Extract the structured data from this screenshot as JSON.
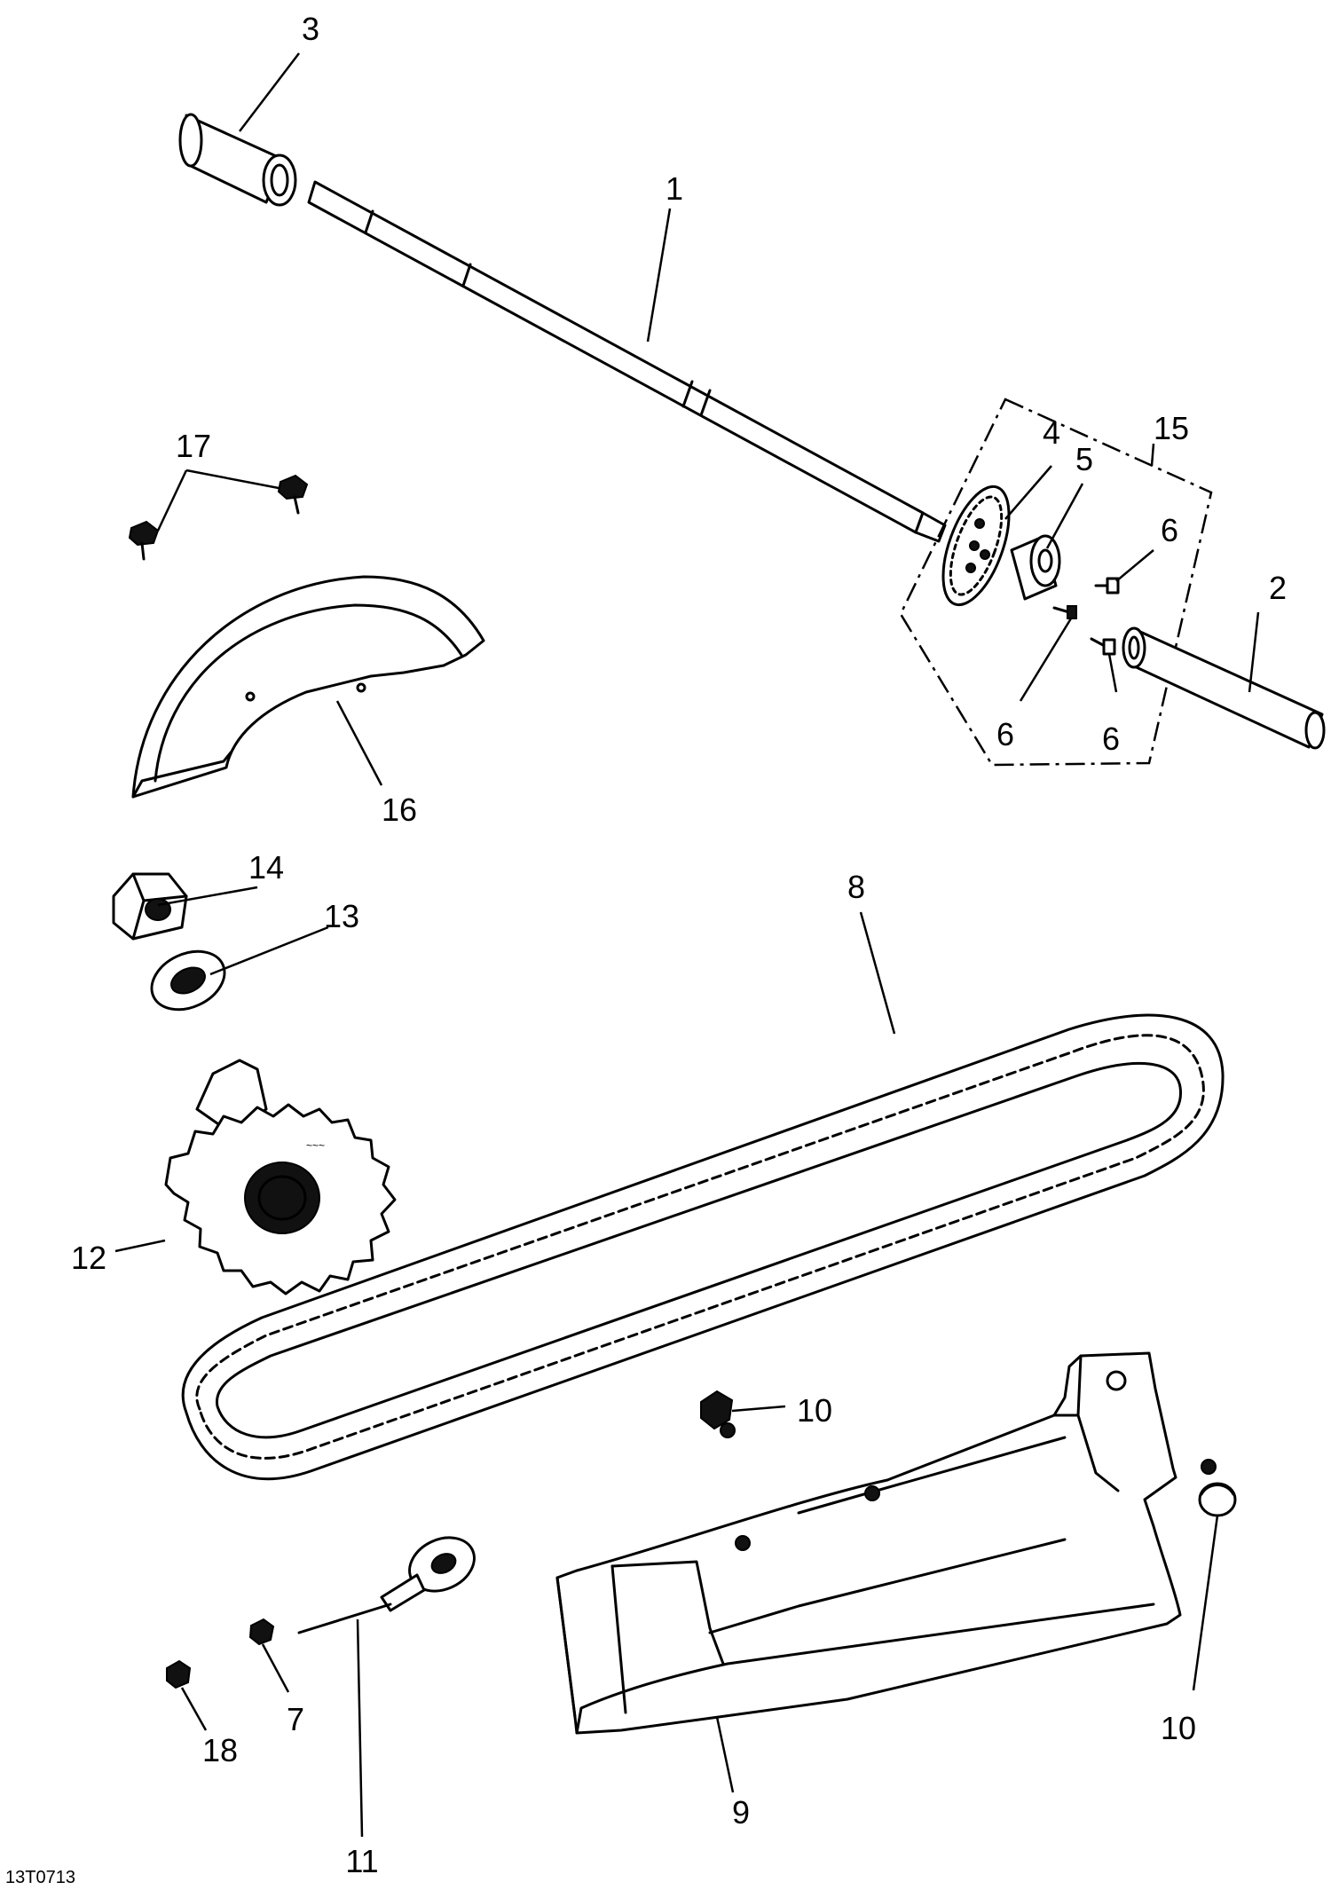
{
  "callouts": {
    "c1": "1",
    "c2": "2",
    "c3": "3",
    "c4": "4",
    "c5": "5",
    "c6a": "6",
    "c6b": "6",
    "c6c": "6",
    "c7": "7",
    "c8": "8",
    "c9": "9",
    "c10a": "10",
    "c10b": "10",
    "c11": "11",
    "c12": "12",
    "c13": "13",
    "c14": "14",
    "c15": "15",
    "c16": "16",
    "c17": "17",
    "c18": "18"
  },
  "figure_id": "13T0713"
}
